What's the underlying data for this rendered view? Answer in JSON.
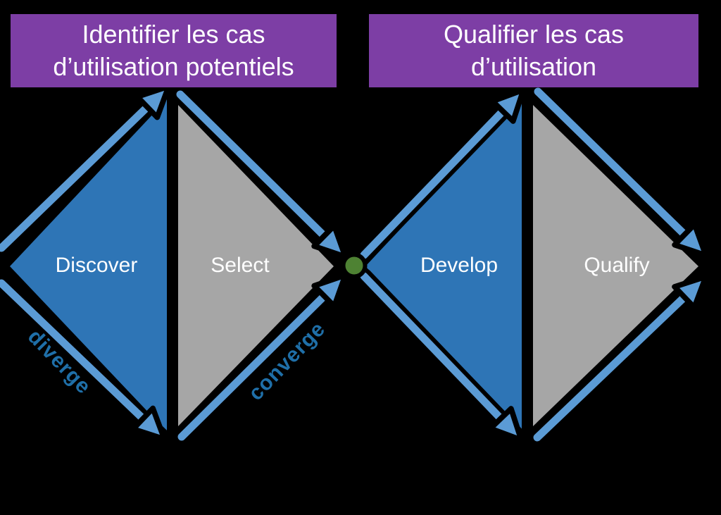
{
  "headers": [
    {
      "line1": "Identifier les cas",
      "line2": "d’utilisation potentiels"
    },
    {
      "line1": "Qualifier les cas",
      "line2": "d’utilisation"
    }
  ],
  "stages": [
    {
      "label": "Discover"
    },
    {
      "label": "Select"
    },
    {
      "label": "Develop"
    },
    {
      "label": "Qualify"
    }
  ],
  "flow_labels": {
    "diverge": "diverge",
    "converge": "converge"
  },
  "colors": {
    "background": "#000000",
    "header_bg": "#7d3ea5",
    "header_text": "#ffffff",
    "triangle_blue": "#2e75b6",
    "triangle_gray": "#a6a6a6",
    "arrow_blue": "#5b9bd5",
    "flow_label_blue": "#1f6fa8",
    "node_green": "#4e8233",
    "stage_text": "#ffffff"
  }
}
